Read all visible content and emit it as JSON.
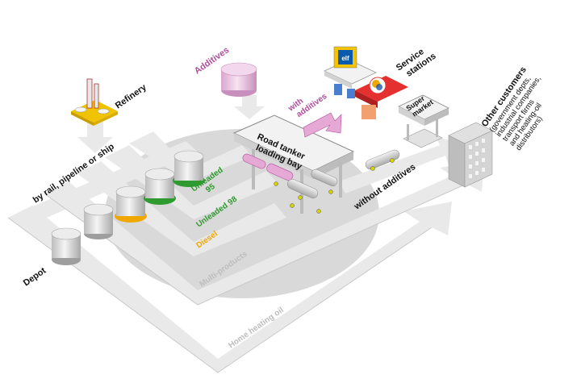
{
  "labels": {
    "refinery": "Refinery",
    "transport": "by rail, pipeline or ship",
    "depot": "Depot",
    "additives": "Additives",
    "with_additives": [
      "with",
      "additives"
    ],
    "loading_bay": [
      "Road tanker",
      "loading bay"
    ],
    "service_stations": [
      "Service",
      "stations"
    ],
    "supermarket": [
      "Super",
      "market"
    ],
    "without_additives": "without additives",
    "other_customers": {
      "title": "Other customers",
      "lines": [
        "(government depts,",
        "industrial companies,",
        "transport firms",
        "and heating-oil",
        "distributors)"
      ]
    },
    "unleaded95": [
      "Unleaded",
      "95"
    ],
    "unleaded98": "Unleaded 98",
    "diesel": "Diesel",
    "multiproducts": "Multi-products",
    "home_heating": "Home heating oil",
    "elf_logo": "elf",
    "total_logo": "TOTAL"
  },
  "colors": {
    "unleaded95": "#2f9a2f",
    "unleaded98": "#2f9a2f",
    "diesel": "#f0a800",
    "additives": "#b04d9a",
    "flow_arrow": "#e9e9e9",
    "depot_zone": "#d9d9d9",
    "label_dark": "#111111",
    "label_grey": "#bdbdbd"
  }
}
